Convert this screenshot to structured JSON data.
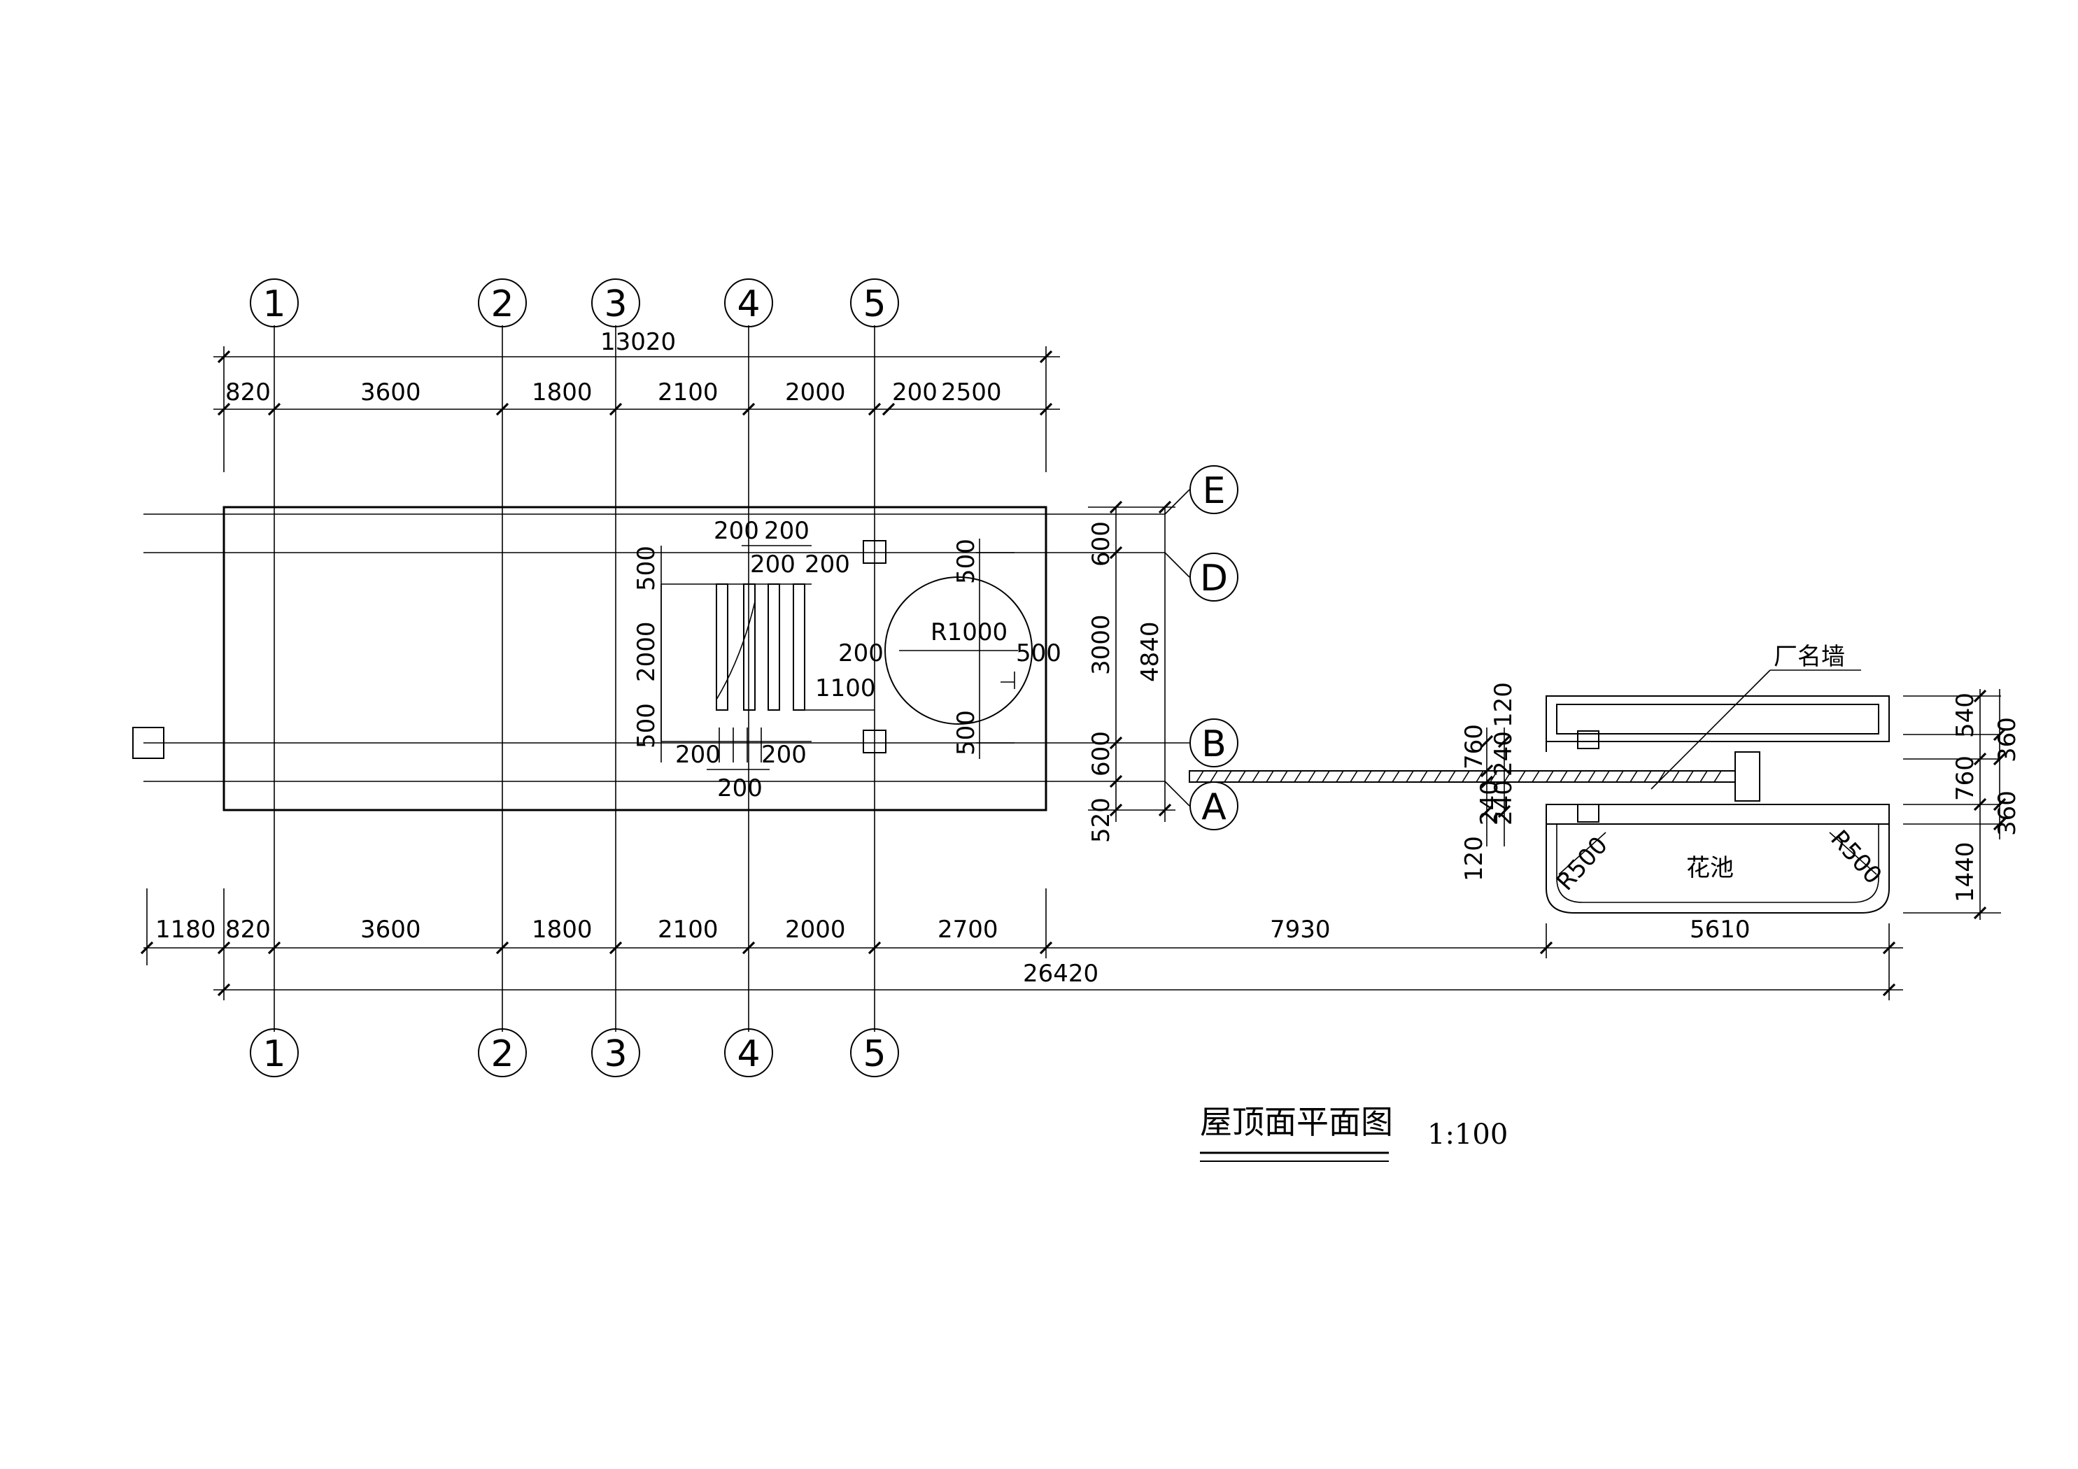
{
  "drawing": {
    "title": "屋顶面平面图",
    "scale": "1:100",
    "label_wall": "厂名墙",
    "label_pool": "花池"
  },
  "axes_vertical": [
    "1",
    "2",
    "3",
    "4",
    "5"
  ],
  "axes_horizontal": [
    "E",
    "D",
    "B",
    "A"
  ],
  "dims_top": {
    "overall": "13020",
    "segments": [
      "820",
      "3600",
      "1800",
      "2100",
      "2000",
      "200",
      "2500"
    ]
  },
  "dims_bottom": {
    "overall": "26420",
    "segments": [
      "1180",
      "820",
      "3600",
      "1800",
      "2100",
      "2000",
      "2700",
      "7930",
      "5610"
    ]
  },
  "dims_right_building": [
    "600",
    "3000",
    "600",
    "520",
    "4840"
  ],
  "dims_right_pool": [
    "540",
    "360",
    "760",
    "360",
    "1440"
  ],
  "dims_opening": {
    "top_a": "200",
    "top_b": "200",
    "top_c": "200",
    "top_d": "200",
    "left_top": "500",
    "left_mid": "2000",
    "left_bot": "500",
    "bot_a": "200",
    "bot_b": "200",
    "bot_c": "200",
    "to_circle": "200",
    "gap": "1100"
  },
  "dims_circle": {
    "radius": "R1000",
    "right": "500",
    "top": "500",
    "bottom": "500"
  },
  "dims_wall": [
    "120",
    "760",
    "240",
    "240",
    "240",
    "120"
  ],
  "dims_pool_radius": [
    "R500",
    "R500"
  ]
}
